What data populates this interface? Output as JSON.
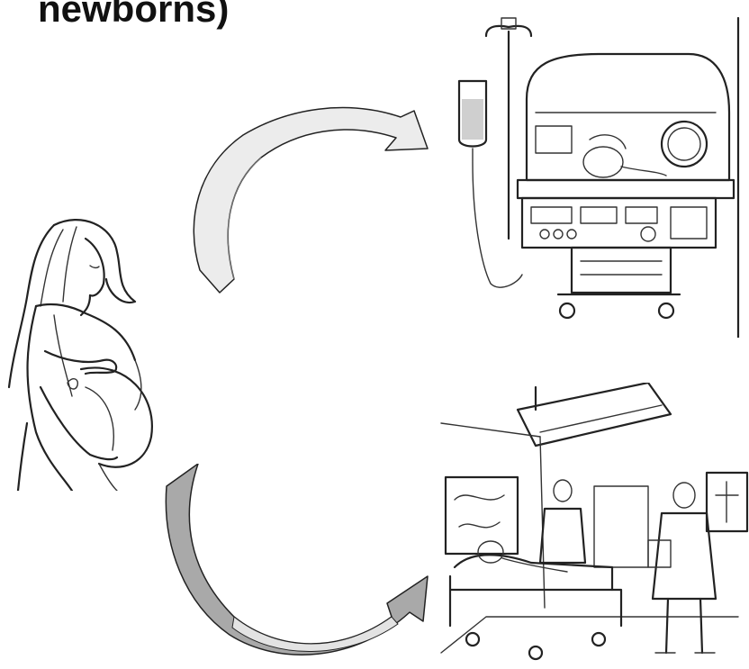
{
  "title": "newborns)",
  "colors": {
    "arrow_fill_light": "#ececec",
    "arrow_fill_dark": "#a9a9a9",
    "ink": "#222222"
  },
  "figures": {
    "pregnant_woman": "pregnant-woman-illustration",
    "incubator": "neonatal-incubator-illustration",
    "hospital_room": "hospital-room-illustration"
  }
}
